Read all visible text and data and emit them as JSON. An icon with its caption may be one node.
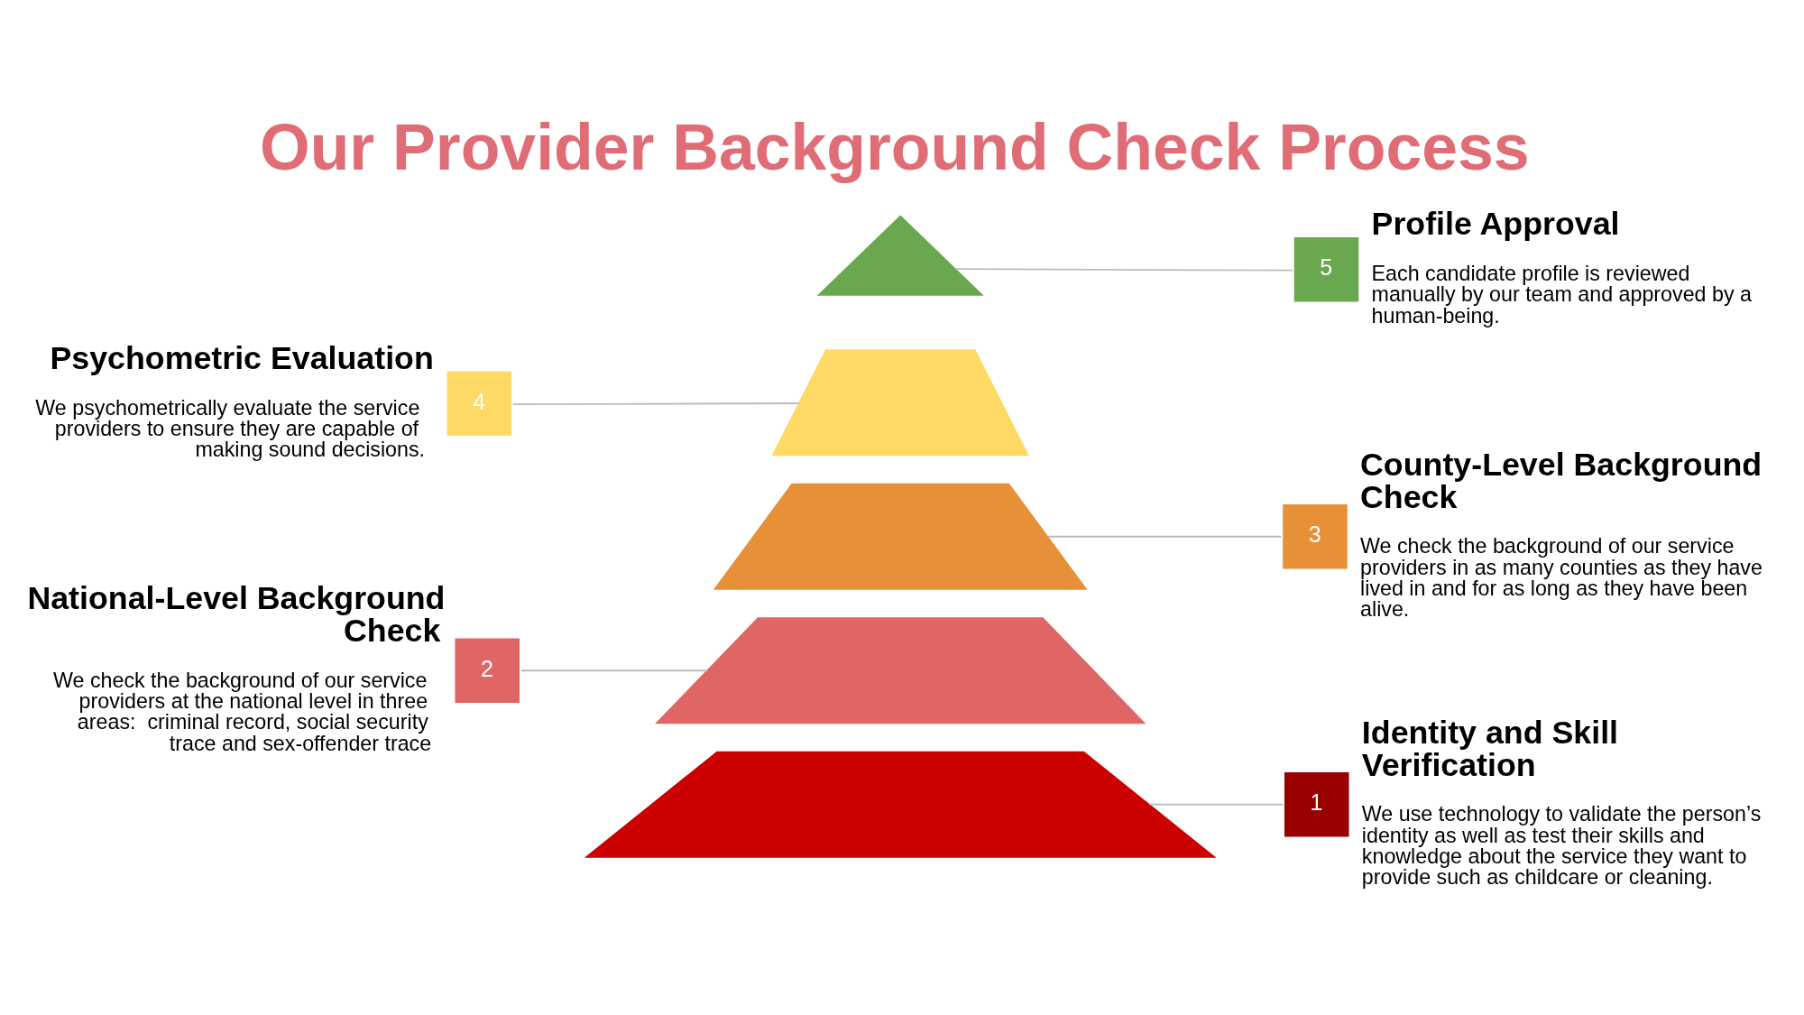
{
  "diagram": {
    "title": "Our Provider Background Check Process",
    "nodes": [
      {
        "text": [],
        "shape": "triangle"
      },
      {
        "text": [],
        "shape": "trapezoid"
      },
      {
        "text": [],
        "shape": "trapezoid"
      },
      {
        "text": [],
        "shape": "trapezoid"
      },
      {
        "text": [],
        "shape": "trapezoid"
      },
      {
        "text": [
          "5"
        ],
        "beside": [
          "Profile Approval",
          "Each candidate profile is reviewed manually by our team and approved by a human-being."
        ]
      },
      {
        "text": [
          "4"
        ],
        "beside": [
          "Psychometric Evaluation",
          "We psychometrically evaluate the service providers to ensure they are capable of making sound decisions."
        ]
      },
      {
        "text": [
          "3"
        ],
        "beside": [
          "County-Level Background Check",
          "We check the background of our service providers in as many counties as they have lived in and for as long as they have been alive."
        ]
      },
      {
        "text": [
          "2"
        ],
        "beside": [
          "National-Level Background Check",
          "We check the background of our service providers at the national level in three areas:  criminal record, social security trace and sex-offender trace"
        ]
      },
      {
        "text": [
          "1"
        ],
        "beside": [
          "Identity and Skill Verification",
          "We use technology to validate the person’s identity as well as test their skills and knowledge about the service they want to provide such as childcare or cleaning."
        ]
      }
    ],
    "edges": [
      {
        "from": 5,
        "to": 0,
        "arrow": "none"
      },
      {
        "from": 6,
        "to": 1,
        "arrow": "none"
      },
      {
        "from": 7,
        "to": 2,
        "arrow": "none"
      },
      {
        "from": 8,
        "to": 3,
        "arrow": "none"
      },
      {
        "from": 9,
        "to": 4,
        "arrow": "none"
      }
    ]
  }
}
